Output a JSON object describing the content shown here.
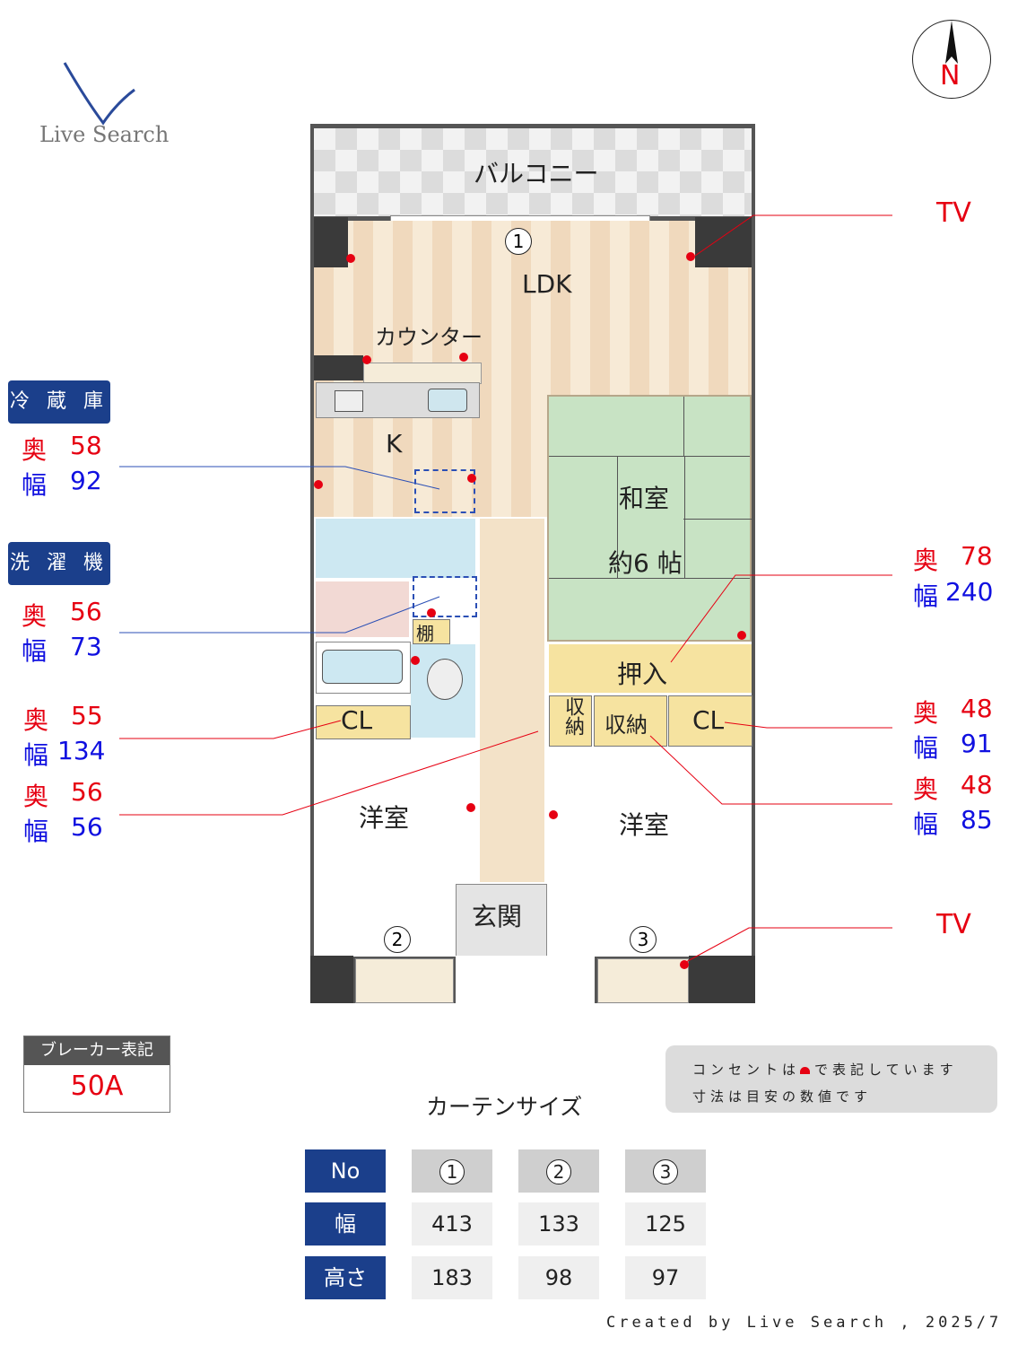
{
  "logo": {
    "text": "Live Search"
  },
  "compass": {
    "label": "N"
  },
  "rooms": {
    "balcony": "バルコニー",
    "ldk": "LDK",
    "counter": "カウンター",
    "kitchen": "K",
    "washitsu": "和室",
    "washitsu_size": "約6 帖",
    "oshiire": "押入",
    "storage_small": "収納",
    "storage": "収納",
    "cl_right": "CL",
    "cl_left": "CL",
    "shelf": "棚",
    "youshitsu_left": "洋室",
    "youshitsu_right": "洋室",
    "genkan": "玄関"
  },
  "windows": {
    "w1": "1",
    "w2": "2",
    "w3": "3"
  },
  "left_panel": {
    "fridge": {
      "title": "冷 蔵 庫",
      "depth_label": "奥",
      "depth": "58",
      "width_label": "幅",
      "width": "92"
    },
    "washer": {
      "title": "洗 濯 機",
      "depth_label": "奥",
      "depth": "56",
      "width_label": "幅",
      "width": "73"
    },
    "cl": {
      "depth_label": "奥",
      "depth": "55",
      "width_label": "幅",
      "width": "134"
    },
    "room": {
      "depth_label": "奥",
      "depth": "56",
      "width_label": "幅",
      "width": "56"
    }
  },
  "right_panel": {
    "tv_top": "TV",
    "washitsu": {
      "depth_label": "奥",
      "depth": "78",
      "width_label": "幅",
      "width": "240"
    },
    "cl": {
      "depth_label": "奥",
      "depth": "48",
      "width_label": "幅",
      "width": "91"
    },
    "storage": {
      "depth_label": "奥",
      "depth": "48",
      "width_label": "幅",
      "width": "85"
    },
    "tv_bottom": "TV"
  },
  "breaker": {
    "title": "ブレーカー表記",
    "value": "50A"
  },
  "note": {
    "line1_pre": "コンセントは",
    "line1_post": "で表記しています",
    "line2": "寸法は目安の数値です"
  },
  "curtain": {
    "title": "カーテンサイズ",
    "headers": [
      "No",
      "幅",
      "高さ"
    ],
    "columns": [
      "1",
      "2",
      "3"
    ],
    "widths": [
      "413",
      "133",
      "125"
    ],
    "heights": [
      "183",
      "98",
      "97"
    ]
  },
  "credit": "Created by Live Search , 2025/7",
  "colors": {
    "accent": "#1b3f8b",
    "outlet": "#e60012",
    "depth": "#e60012",
    "width": "#1010e0"
  }
}
